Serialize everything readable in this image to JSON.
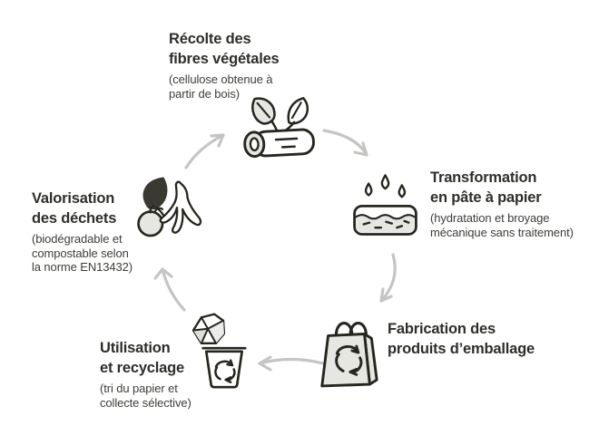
{
  "background": "#ffffff",
  "colors": {
    "title_text": "#2e2e2a",
    "subtitle_text": "#3d3d39",
    "icon_stroke": "#26261f",
    "icon_fill": "#e6e6e3",
    "dark_leaf_fill": "#3a3a30",
    "arrow": "#c5c5c3"
  },
  "cycle": {
    "direction": "clockwise",
    "order": [
      "recolte",
      "transformation",
      "fabrication",
      "utilisation",
      "valorisation"
    ],
    "arrows": [
      {
        "from": "recolte",
        "to": "transformation"
      },
      {
        "from": "transformation",
        "to": "fabrication"
      },
      {
        "from": "fabrication",
        "to": "utilisation"
      },
      {
        "from": "utilisation",
        "to": "valorisation"
      },
      {
        "from": "valorisation",
        "to": "recolte"
      }
    ]
  },
  "steps": [
    {
      "id": "recolte",
      "icon": "log-with-sprouting-leaves-icon",
      "title_lines": [
        "Récolte des",
        "fibres végétales"
      ],
      "subtitle_lines": [
        "(cellulose obtenue à",
        "partir de bois)"
      ]
    },
    {
      "id": "transformation",
      "icon": "water-drops-pulp-basin-icon",
      "title_lines": [
        "Transformation",
        "en pâte à papier"
      ],
      "subtitle_lines": [
        "(hydratation et broyage",
        "mécanique sans traitement)"
      ]
    },
    {
      "id": "fabrication",
      "icon": "paper-bag-recycle-icon",
      "title_lines": [
        "Fabrication des",
        "produits d’emballage"
      ],
      "subtitle_lines": []
    },
    {
      "id": "utilisation",
      "icon": "recycle-bin-crumpled-paper-icon",
      "title_lines": [
        "Utilisation",
        "et recyclage"
      ],
      "subtitle_lines": [
        "(tri du papier et",
        "collecte sélective)"
      ]
    },
    {
      "id": "valorisation",
      "icon": "compost-waste-icon",
      "title_lines": [
        "Valorisation",
        "des déchets"
      ],
      "subtitle_lines": [
        "(biodégradable et",
        "compostable selon",
        "la norme EN13432)"
      ]
    }
  ]
}
